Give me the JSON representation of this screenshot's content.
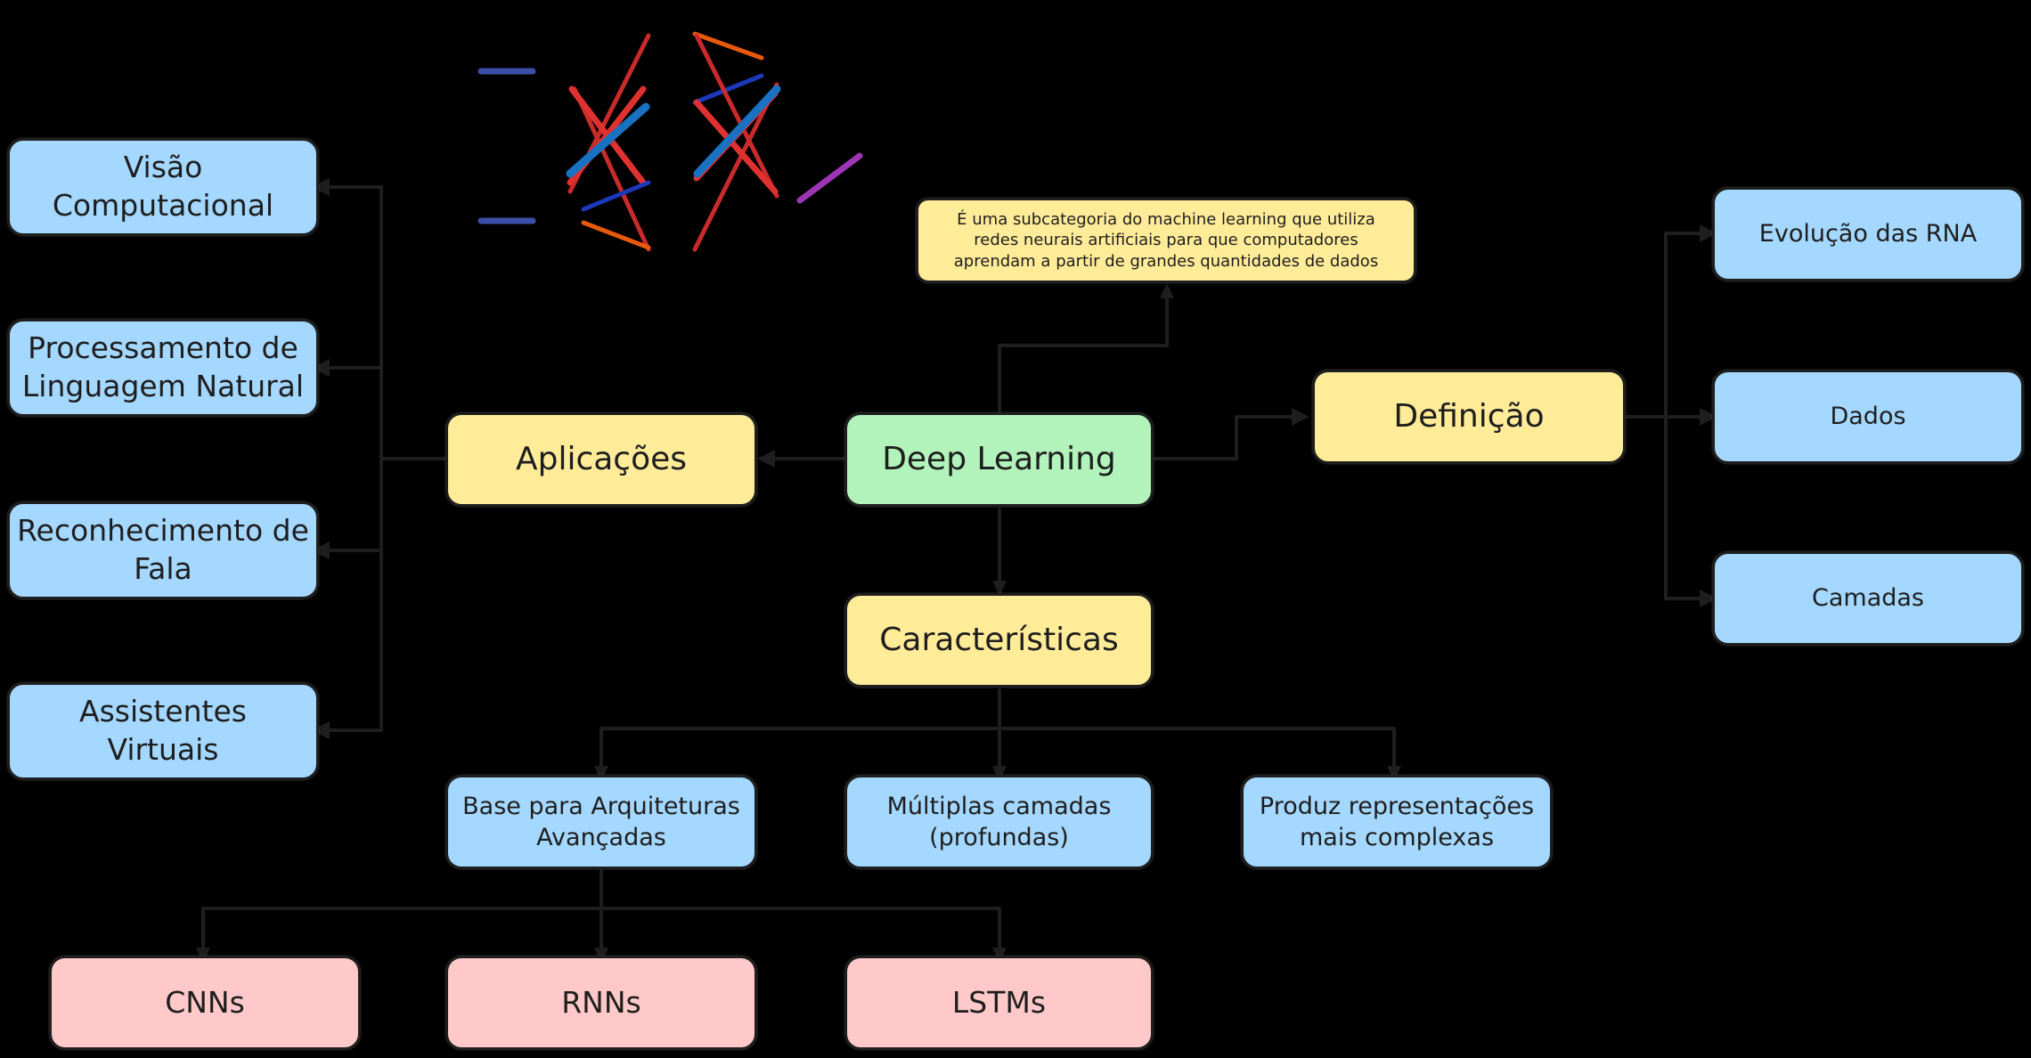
{
  "colors": {
    "background": "#000000",
    "stroke": "#1e1e1e",
    "blue": "#a5d8ff",
    "yellow": "#ffec99",
    "green": "#b2f2bb",
    "pink": "#ffc9c9"
  },
  "nodes": {
    "root": "Deep Learning",
    "definition_note": "É uma subcategoria do machine learning que utiliza\nredes neurais artificiais para que computadores\naprendam a partir de grandes quantidades de dados",
    "aplicacoes": "Aplicações",
    "definicao": "Definição",
    "caracteristicas": "Características",
    "app_items": [
      "Visão\nComputacional",
      "Processamento de\nLinguagem Natural",
      "Reconhecimento de\nFala",
      "Assistentes\nVirtuais"
    ],
    "def_items": [
      "Evolução das RNA",
      "Dados",
      "Camadas"
    ],
    "char_items": [
      "Base para Arquiteturas\nAvançadas",
      "Múltiplas camadas\n(profundas)",
      "Produz representações\nmais complexas"
    ],
    "arch_items": [
      "CNNs",
      "RNNs",
      "LSTMs"
    ]
  },
  "illustration": {
    "name": "neural-network-sketch",
    "colors": [
      "#3b4fa8",
      "#e03131",
      "#1971c2",
      "#e8590c",
      "#9c36b5",
      "#c92a2a"
    ]
  }
}
